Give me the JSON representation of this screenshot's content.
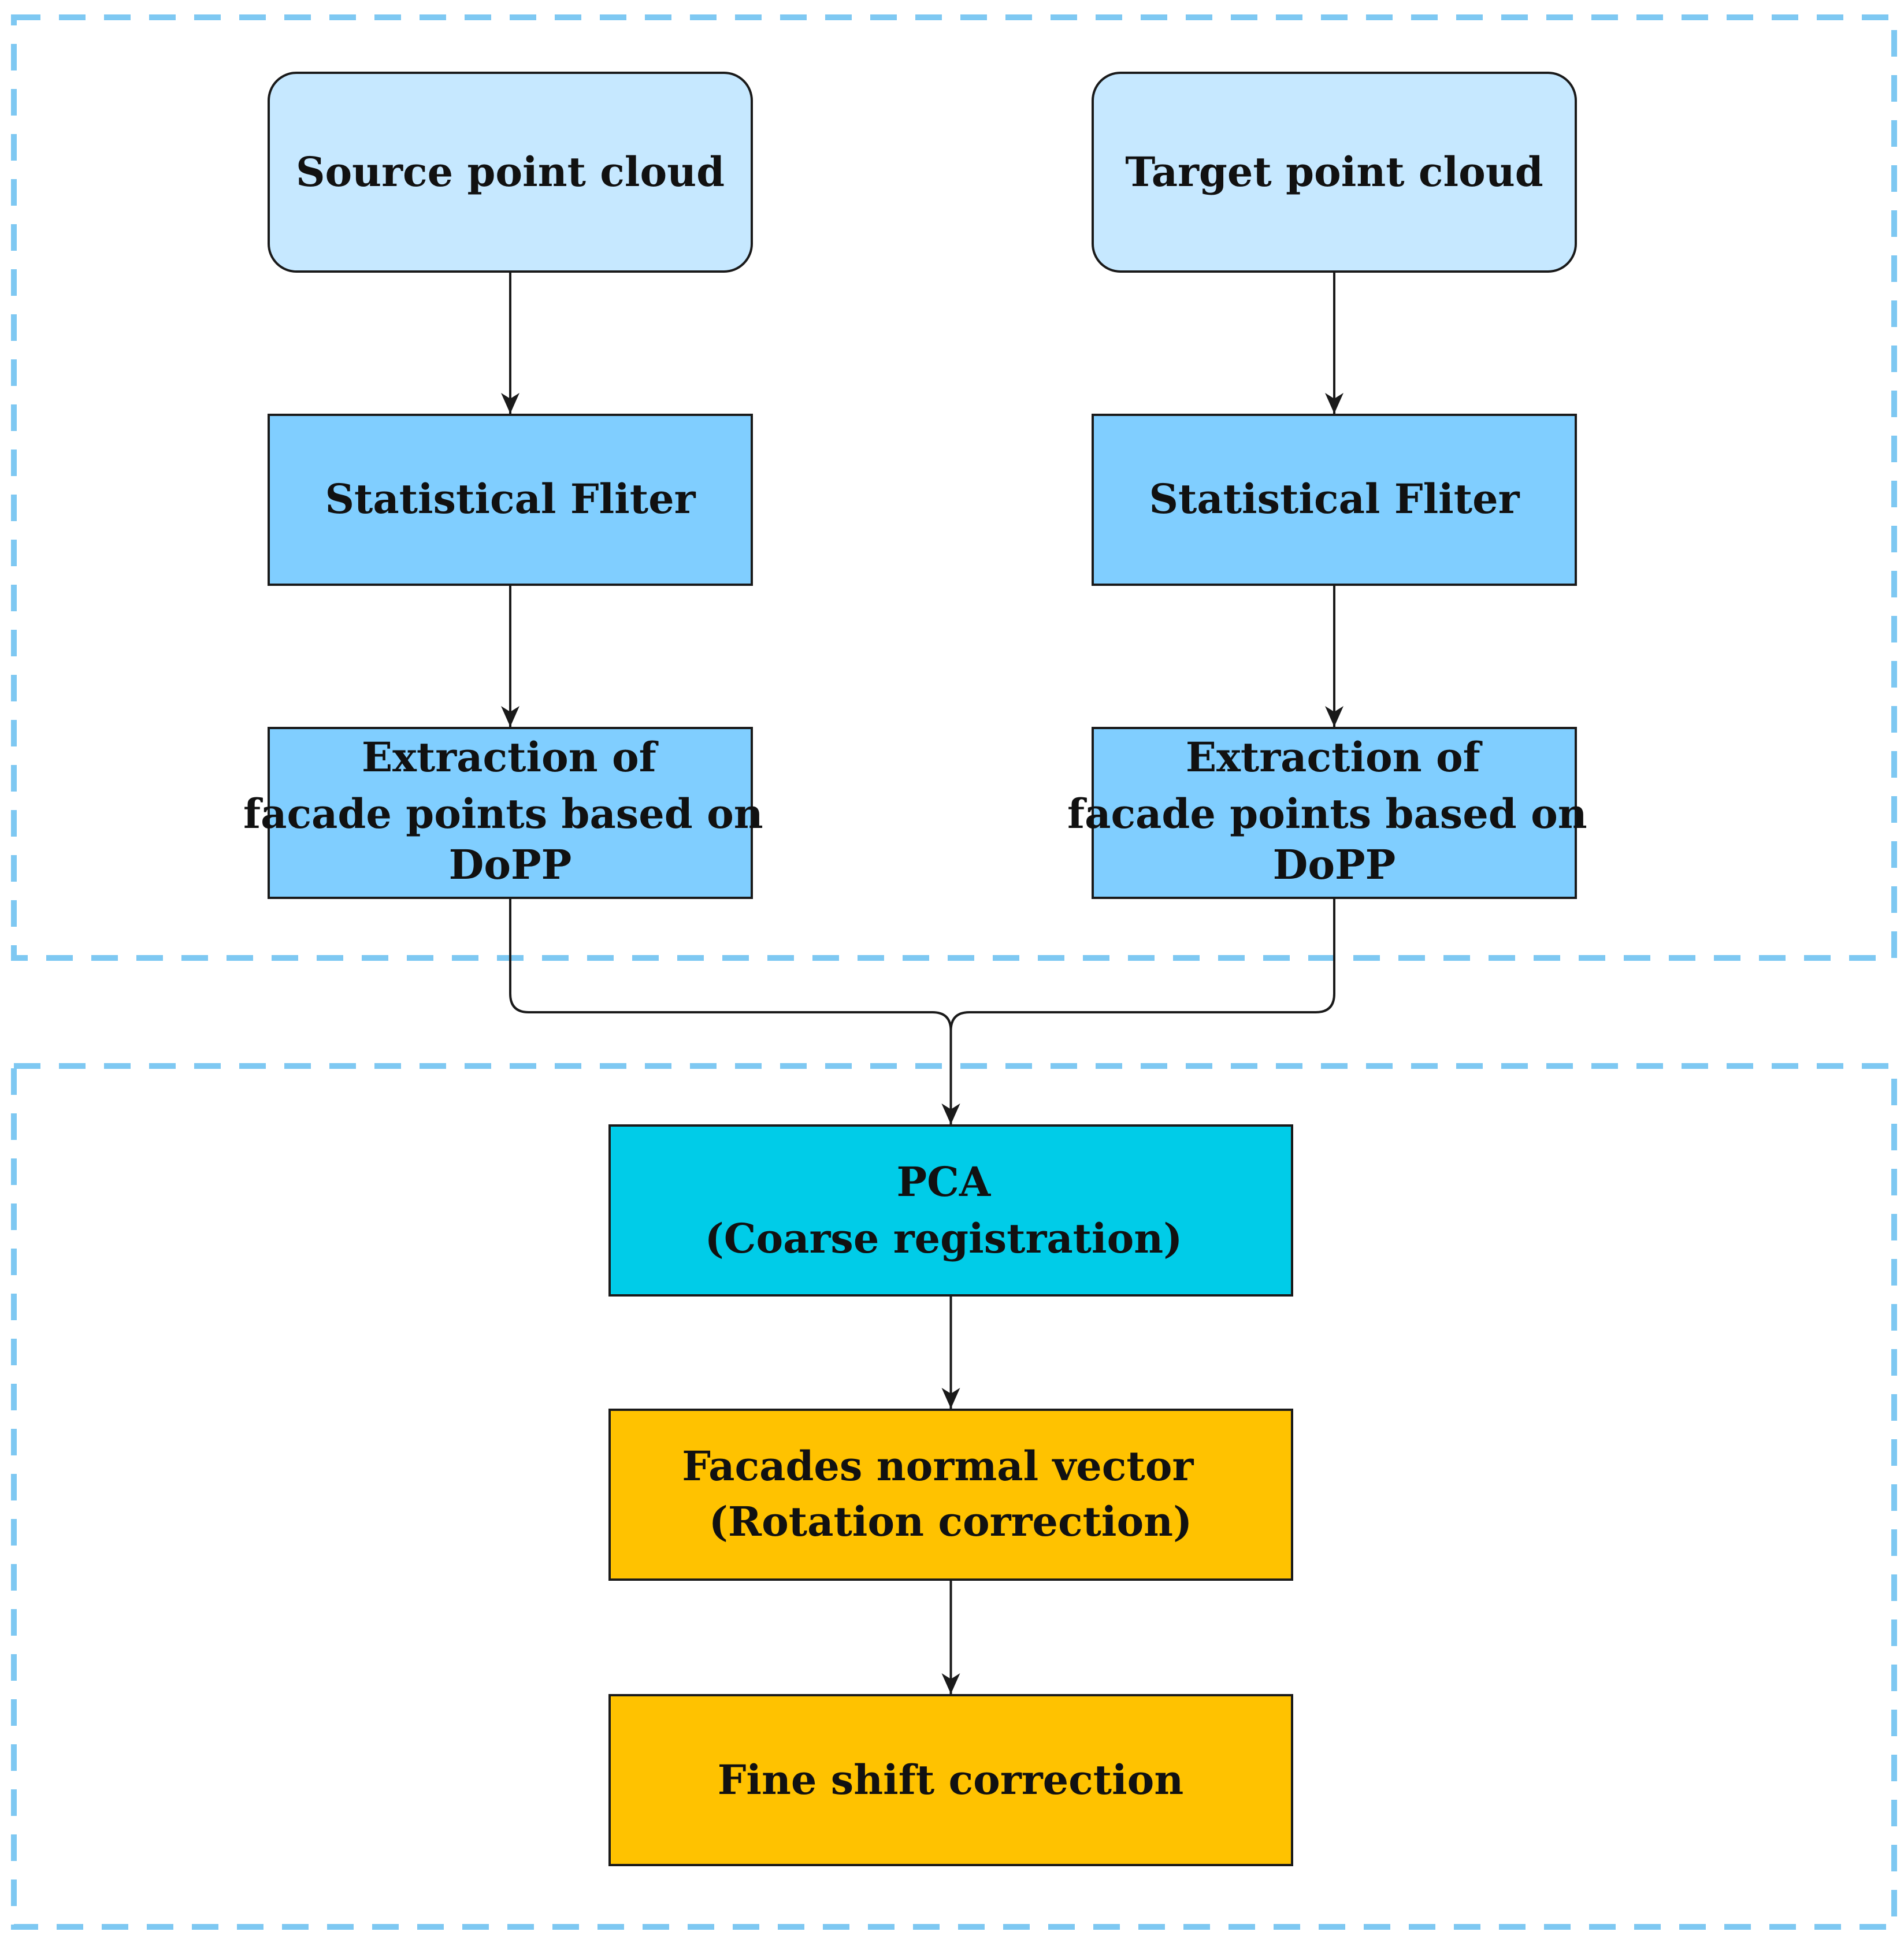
{
  "colors": {
    "group_border": "#7ec8f2",
    "input_fill": "#c6e8ff",
    "preprocess_fill": "#80ceff",
    "coarse_fill": "#00cce8",
    "refine_fill": "#ffc200",
    "stroke": "#1a1a1a"
  },
  "nodes": {
    "source": {
      "lines": [
        "Source point cloud"
      ]
    },
    "target": {
      "lines": [
        "Target point cloud"
      ]
    },
    "filter_left": {
      "lines": [
        "Statistical Fliter"
      ]
    },
    "filter_right": {
      "lines": [
        "Statistical Fliter"
      ]
    },
    "extract_left": {
      "lines": [
        "Extraction of",
        "facade points based on",
        "DoPP"
      ]
    },
    "extract_right": {
      "lines": [
        "Extraction of",
        "facade points based on",
        "DoPP"
      ]
    },
    "pca": {
      "lines": [
        "PCA",
        "(Coarse registration)"
      ]
    },
    "normal": {
      "lines": [
        "Facades normal vector",
        "(Rotation correction)"
      ]
    },
    "fine": {
      "lines": [
        "Fine shift correction"
      ]
    }
  },
  "edges": [
    [
      "source",
      "filter_left"
    ],
    [
      "target",
      "filter_right"
    ],
    [
      "filter_left",
      "extract_left"
    ],
    [
      "filter_right",
      "extract_right"
    ],
    [
      "extract_left",
      "pca"
    ],
    [
      "extract_right",
      "pca"
    ],
    [
      "pca",
      "normal"
    ],
    [
      "normal",
      "fine"
    ]
  ]
}
